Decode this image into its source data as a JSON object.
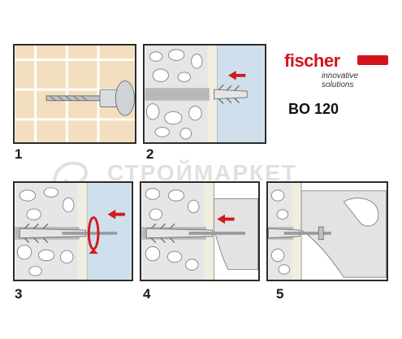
{
  "brand": {
    "name": "fischer",
    "tagline": "innovative solutions",
    "model": "BO 120"
  },
  "steps": [
    {
      "number": "1"
    },
    {
      "number": "2"
    },
    {
      "number": "3"
    },
    {
      "number": "4"
    },
    {
      "number": "5"
    }
  ],
  "watermark": {
    "text": "СТРОЙМАРКЕТ"
  },
  "colors": {
    "brand_red": "#d4141b",
    "tile": "#f3dfbf",
    "stone": "#e6e6e6",
    "plaster": "#f2eedf",
    "arrow_red": "#d11a1a"
  }
}
